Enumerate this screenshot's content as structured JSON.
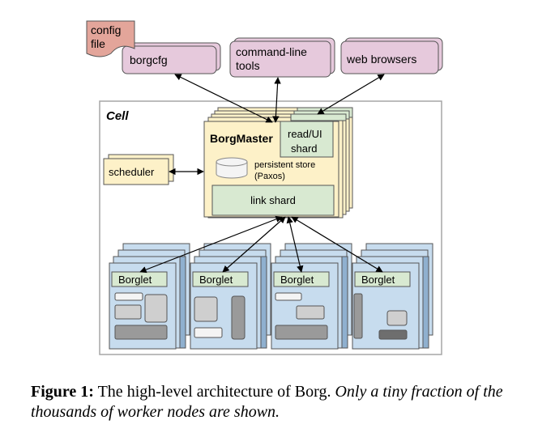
{
  "clients": {
    "config_file": [
      "config",
      "file"
    ],
    "borgcfg": "borgcfg",
    "command_line_tools": [
      "command-line",
      "tools"
    ],
    "web_browsers": "web browsers"
  },
  "cell": {
    "label": "Cell",
    "scheduler": "scheduler",
    "borgmaster": {
      "title": "BorgMaster",
      "read_ui_shard": [
        "read/UI",
        "shard"
      ],
      "persistent_store": [
        "persistent store",
        "(Paxos)"
      ],
      "link_shard": "link shard"
    },
    "borglets": [
      "Borglet",
      "Borglet",
      "Borglet",
      "Borglet"
    ]
  },
  "caption": {
    "label": "Figure 1:",
    "text": "The high-level architecture of Borg.",
    "note": "Only a tiny fraction of the thousands of worker nodes are shown."
  },
  "colors": {
    "client_fill": "#e6c9dc",
    "config_fill": "#e3a59a",
    "master_fill": "#fdf1c8",
    "shard_fill": "#d8e9d1",
    "node_fill": "#c7dcee",
    "node_side": "#8fb0cf",
    "cell_border": "#a6a6a6"
  }
}
